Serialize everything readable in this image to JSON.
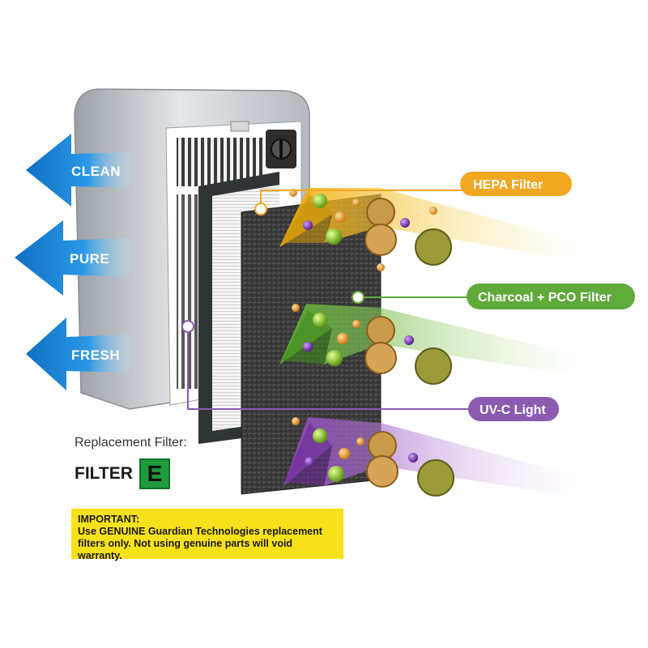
{
  "airflow_labels": [
    "CLEAN",
    "PURE",
    "FRESH"
  ],
  "filter_layers": [
    {
      "label": "HEPA Filter",
      "color": "#f2a722"
    },
    {
      "label": "Charcoal  + PCO Filter",
      "color": "#5faa3a"
    },
    {
      "label": "UV-C Light",
      "color": "#8b5bb0"
    }
  ],
  "replacement": {
    "label": "Replacement Filter:",
    "filter_word": "FILTER",
    "filter_letter": "E"
  },
  "important": {
    "title": "IMPORTANT:",
    "body": "Use GENUINE Guardian Technologies replacement filters only. Not using genuine parts will void warranty."
  },
  "colors": {
    "arrow_blue": "#1e88d6",
    "badge_green": "#1f9a3c",
    "notice_yellow": "#f7e11a"
  }
}
